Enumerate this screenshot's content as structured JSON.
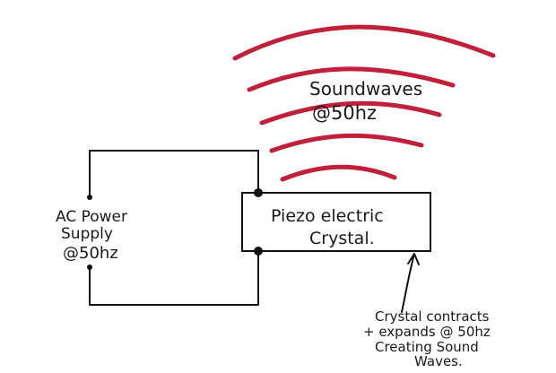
{
  "diagram": {
    "sound_waves_label": {
      "line1": "Soundwaves",
      "line2": "@50hz"
    },
    "power_supply_label": {
      "line1": "AC Power",
      "line2": "Supply",
      "line3": "@50hz"
    },
    "crystal_label": {
      "line1": "Piezo electric",
      "line2": "Crystal."
    },
    "annotation": {
      "line1": "Crystal contracts",
      "line2": "+ expands @ 50hz",
      "line3": "Creating Sound",
      "line4": "Waves."
    },
    "colors": {
      "wave": "#c21f3a",
      "ink": "#111111",
      "background": "#ffffff"
    }
  }
}
